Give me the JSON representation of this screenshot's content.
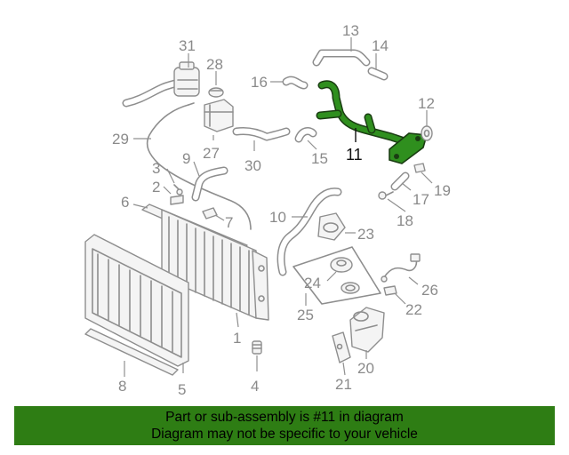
{
  "diagram": {
    "highlighted_part": "11",
    "callouts": [
      "1",
      "2",
      "3",
      "4",
      "5",
      "6",
      "7",
      "8",
      "9",
      "10",
      "11",
      "12",
      "13",
      "14",
      "15",
      "16",
      "17",
      "18",
      "19",
      "20",
      "21",
      "22",
      "23",
      "24",
      "25",
      "26",
      "27",
      "28",
      "29",
      "30",
      "31"
    ]
  },
  "banner": {
    "line1": "Part or sub-assembly is #11 in diagram",
    "line2": "Diagram may not be specific to your vehicle"
  },
  "colors": {
    "banner_bg": "#2e7d14",
    "highlight": "#2f8f1e",
    "line_gray": "#8e8e8e"
  }
}
